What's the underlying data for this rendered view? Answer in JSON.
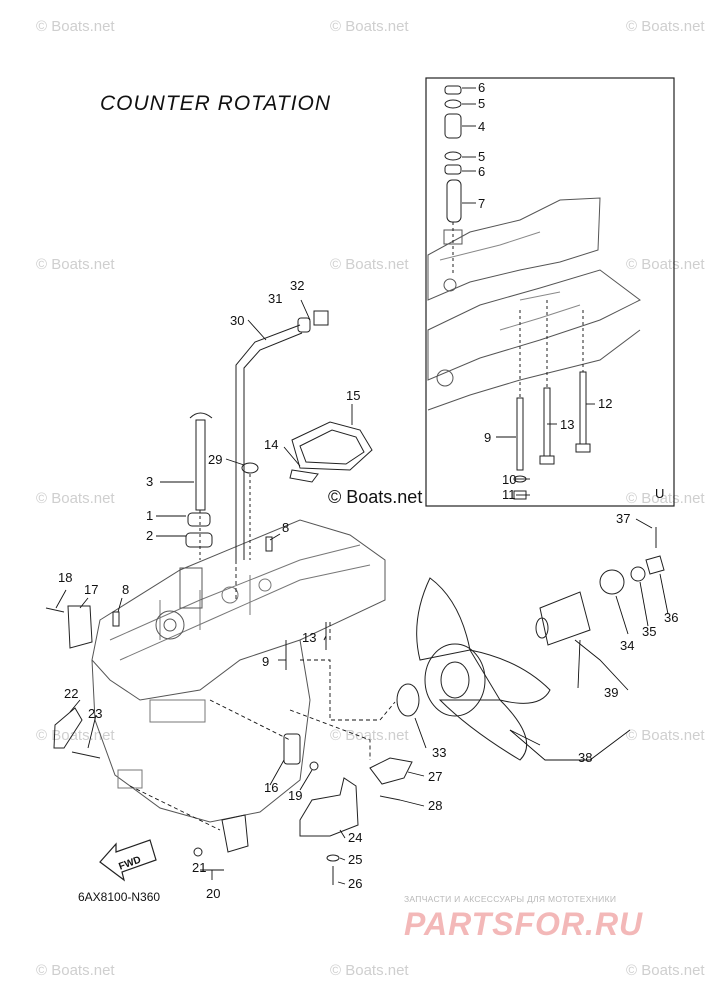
{
  "title": "COUNTER  ROTATION",
  "diagram_code": "6AX8100-N360",
  "stamp": "© Boats.net",
  "watermark_text": "© Boats.net",
  "inset_label": "U",
  "fwd_label": "FWD",
  "brand": {
    "tagline": "ЗАПЧАСТИ И АКСЕССУАРЫ ДЛЯ МОТОТЕХНИКИ",
    "logo": "PARTSFOR.RU",
    "color": "#f3b8b8"
  },
  "callouts": {
    "c1": "1",
    "c2": "2",
    "c3": "3",
    "c4": "4",
    "c5a": "5",
    "c5b": "5",
    "c6a": "6",
    "c6b": "6",
    "c7": "7",
    "c8a": "8",
    "c8b": "8",
    "c9a": "9",
    "c9b": "9",
    "c10": "10",
    "c11": "11",
    "c12": "12",
    "c13a": "13",
    "c13b": "13",
    "c14": "14",
    "c15": "15",
    "c16": "16",
    "c17": "17",
    "c18": "18",
    "c19": "19",
    "c20": "20",
    "c21": "21",
    "c22": "22",
    "c23": "23",
    "c24": "24",
    "c25": "25",
    "c26": "26",
    "c27": "27",
    "c28": "28",
    "c29": "29",
    "c30": "30",
    "c31": "31",
    "c32": "32",
    "c33": "33",
    "c34": "34",
    "c35": "35",
    "c36": "36",
    "c37": "37",
    "c38": "38",
    "c39": "39"
  }
}
